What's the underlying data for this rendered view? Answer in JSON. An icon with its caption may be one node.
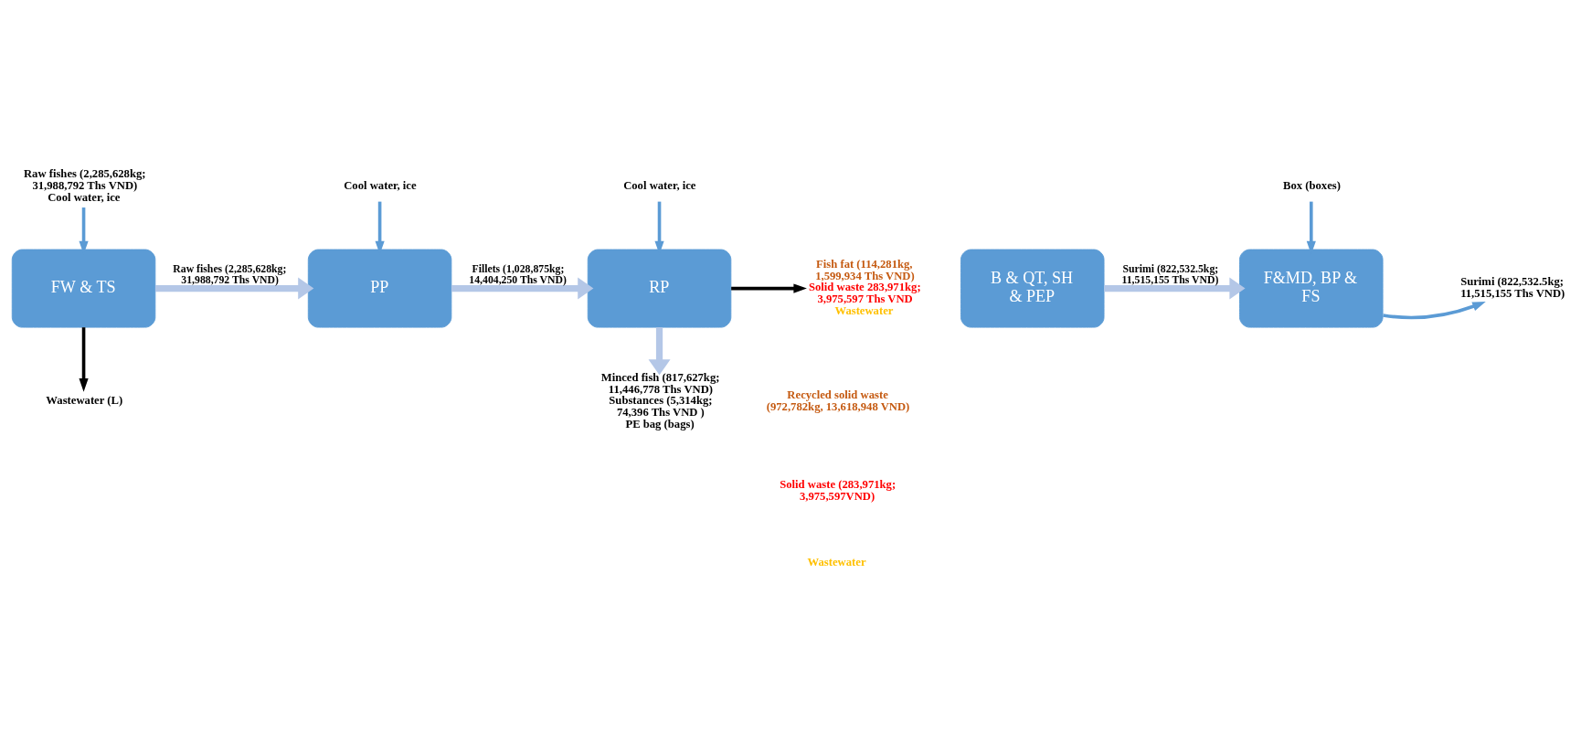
{
  "diagram": {
    "nodes": [
      {
        "text": [
          "Raw fishes (2,285,628kg; 31,988,792 Ths VND)",
          "Cool water, ice"
        ]
      },
      {
        "text": [
          "FW & TS"
        ]
      },
      {
        "text": [
          "Wastewater (L)"
        ]
      },
      {
        "text": [
          "Cool water, ice"
        ]
      },
      {
        "text": [
          "PP"
        ]
      },
      {
        "text": [
          "Cool water, ice"
        ]
      },
      {
        "text": [
          "RP"
        ]
      },
      {
        "text": [
          "Fish fat (114,281kg, 1,599,934 Ths VND)",
          "Solid waste 283,971kg; 3,975,597 Ths VND",
          "Wastewater"
        ]
      },
      {
        "text": [
          "Minced fish (817,627kg; 11,446,778 Ths VND)",
          "Substances (5,314kg; 74,396 Ths VND )",
          "PE bag (bags)"
        ]
      },
      {
        "text": [
          "B & QT, SH & PEP"
        ]
      },
      {
        "text": [
          "Box (boxes)"
        ]
      },
      {
        "text": [
          "F&MD, BP & FS"
        ]
      },
      {
        "text": [
          "Surimi (822,532.5kg; 11,515,155 Ths VND)"
        ]
      }
    ],
    "edges": [
      {
        "from": 0,
        "to": 1,
        "arrow": "to"
      },
      {
        "from": 1,
        "to": 2,
        "arrow": "to",
        "color": "#000000"
      },
      {
        "from": 1,
        "to": 4,
        "arrow": "to",
        "label": "Raw fishes (2,285,628kg; 31,988,792 Ths VND)",
        "style": "thick",
        "color": "#b4c7e7"
      },
      {
        "from": 3,
        "to": 4,
        "arrow": "to"
      },
      {
        "from": 4,
        "to": 6,
        "arrow": "to",
        "label": "Fillets (1,028,875kg; 14,404,250 Ths VND)",
        "style": "thick",
        "color": "#b4c7e7"
      },
      {
        "from": 5,
        "to": 6,
        "arrow": "to"
      },
      {
        "from": 6,
        "to": 7,
        "arrow": "to",
        "color": "#000000"
      },
      {
        "from": 6,
        "to": 8,
        "arrow": "to",
        "style": "thick",
        "color": "#b4c7e7"
      },
      {
        "from": 9,
        "to": 11,
        "arrow": "to",
        "label": "Surimi (822,532.5kg; 11,515,155 Ths VND)",
        "style": "thick",
        "color": "#b4c7e7"
      },
      {
        "from": 10,
        "to": 11,
        "arrow": "to"
      },
      {
        "from": 11,
        "to": 12,
        "arrow": "to"
      }
    ],
    "labels": [
      "Recycled solid waste (972,782kg, 13,618,948 VND)",
      "Solid waste (283,971kg; 3,975,597VND)",
      "Wastewater"
    ]
  }
}
